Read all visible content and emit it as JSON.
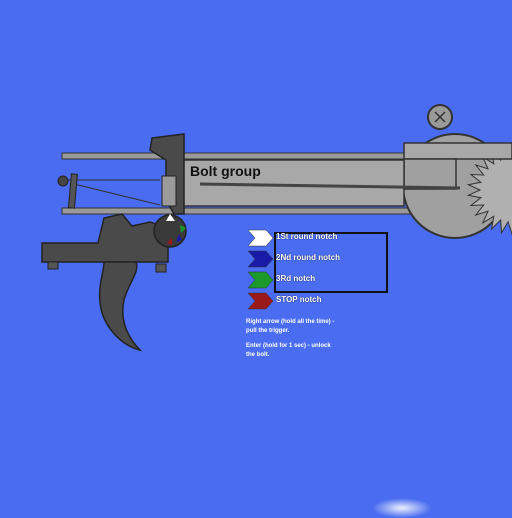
{
  "scene": {
    "bolt_group_label": "Bolt group"
  },
  "legend": {
    "items": [
      {
        "label": "1St round notch",
        "color": "#ffffff"
      },
      {
        "label": "2Nd round notch",
        "color": "#1a1aa8"
      },
      {
        "label": "3Rd notch",
        "color": "#1a9a2a"
      },
      {
        "label": "STOP notch",
        "color": "#9a1a1a"
      }
    ]
  },
  "help": {
    "line1": "Right arrow (hold all the time) - pull the trigger.",
    "line2": "Enter (hold for 1 sec) - unlock the bolt."
  },
  "colors": {
    "background": "#4a6cf0",
    "metal_dark": "#4a4a4a",
    "metal_light": "#a8a8a8",
    "outline": "#222222"
  }
}
